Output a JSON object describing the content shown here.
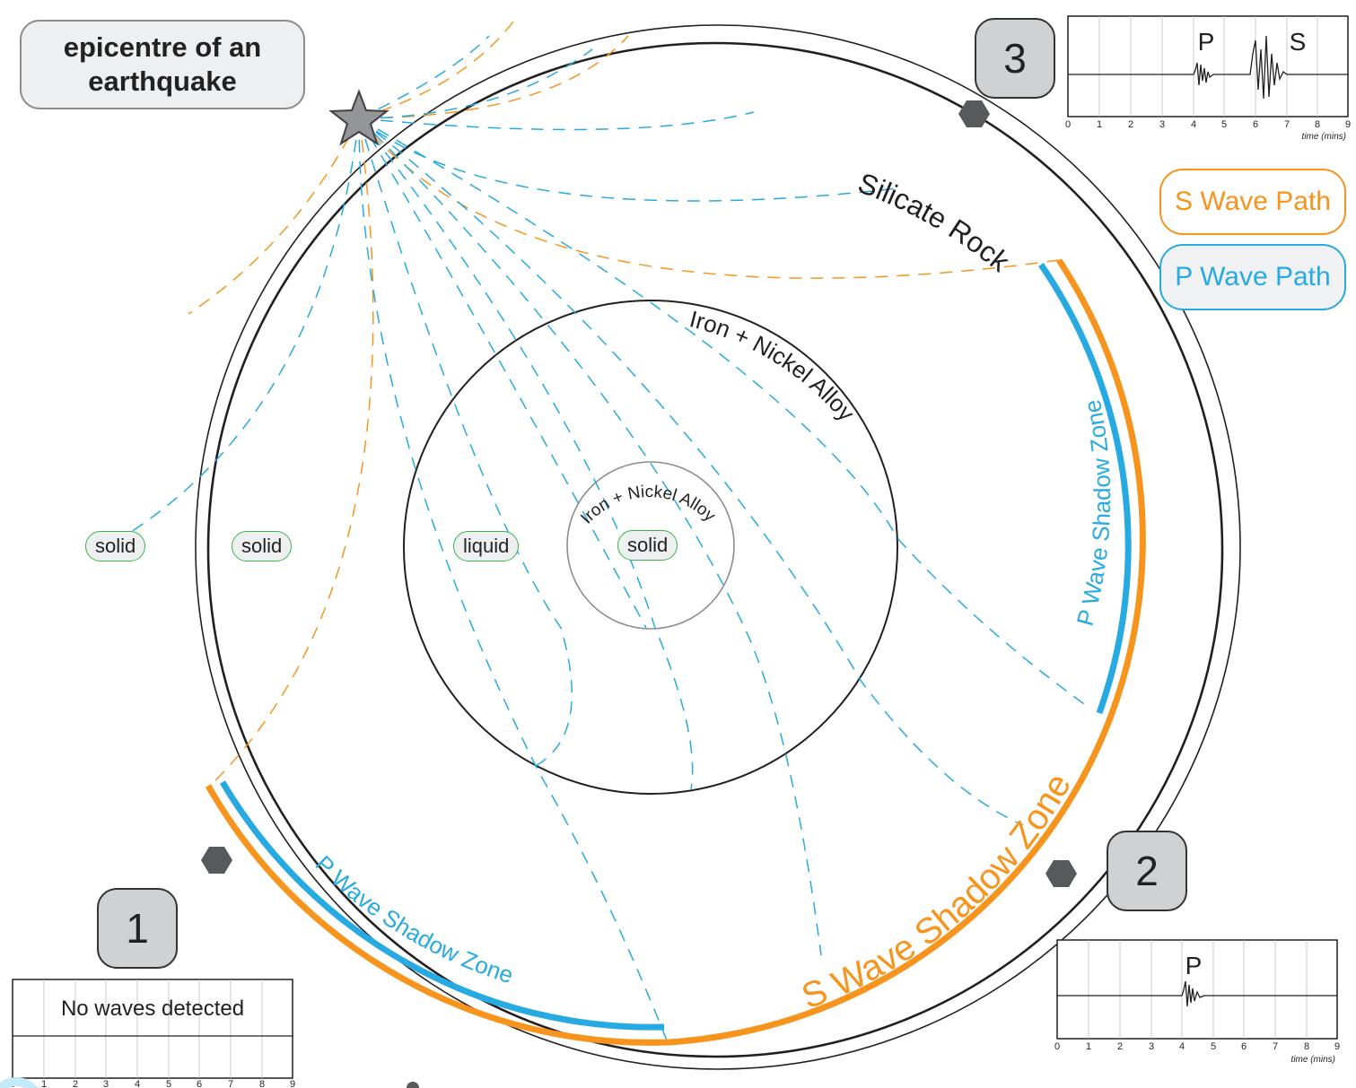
{
  "epicentre_label": "epicentre of an earthquake",
  "legend": {
    "s_wave": "S Wave Path",
    "p_wave": "P Wave Path"
  },
  "layers": {
    "crust": "Silicate Rock",
    "outer_core": "Iron + Nickel Alloy",
    "inner_core": "Iron + Nickel Alloy"
  },
  "states": [
    "solid",
    "solid",
    "liquid",
    "solid"
  ],
  "shadow_zones": {
    "p_upper": "P Wave Shadow Zone",
    "p_lower": "P Wave Shadow Zone",
    "s": "S Wave Shadow Zone"
  },
  "stations": {
    "station1": {
      "number": "1",
      "message": "No waves detected"
    },
    "station2": {
      "number": "2",
      "wave_labels": [
        "P"
      ]
    },
    "station3": {
      "number": "3",
      "wave_labels": [
        "P",
        "S"
      ]
    }
  },
  "seismograph": {
    "ticks": [
      "0",
      "1",
      "2",
      "3",
      "4",
      "5",
      "6",
      "7",
      "8",
      "9"
    ],
    "axis_label": "time (mins)"
  },
  "colors": {
    "p_wave": "#27aae1",
    "s_wave": "#f7941d",
    "station_marker": "#58595b",
    "outline": "#231f20"
  },
  "icons": {
    "epicentre": "star-icon",
    "station": "hexagon-icon"
  }
}
